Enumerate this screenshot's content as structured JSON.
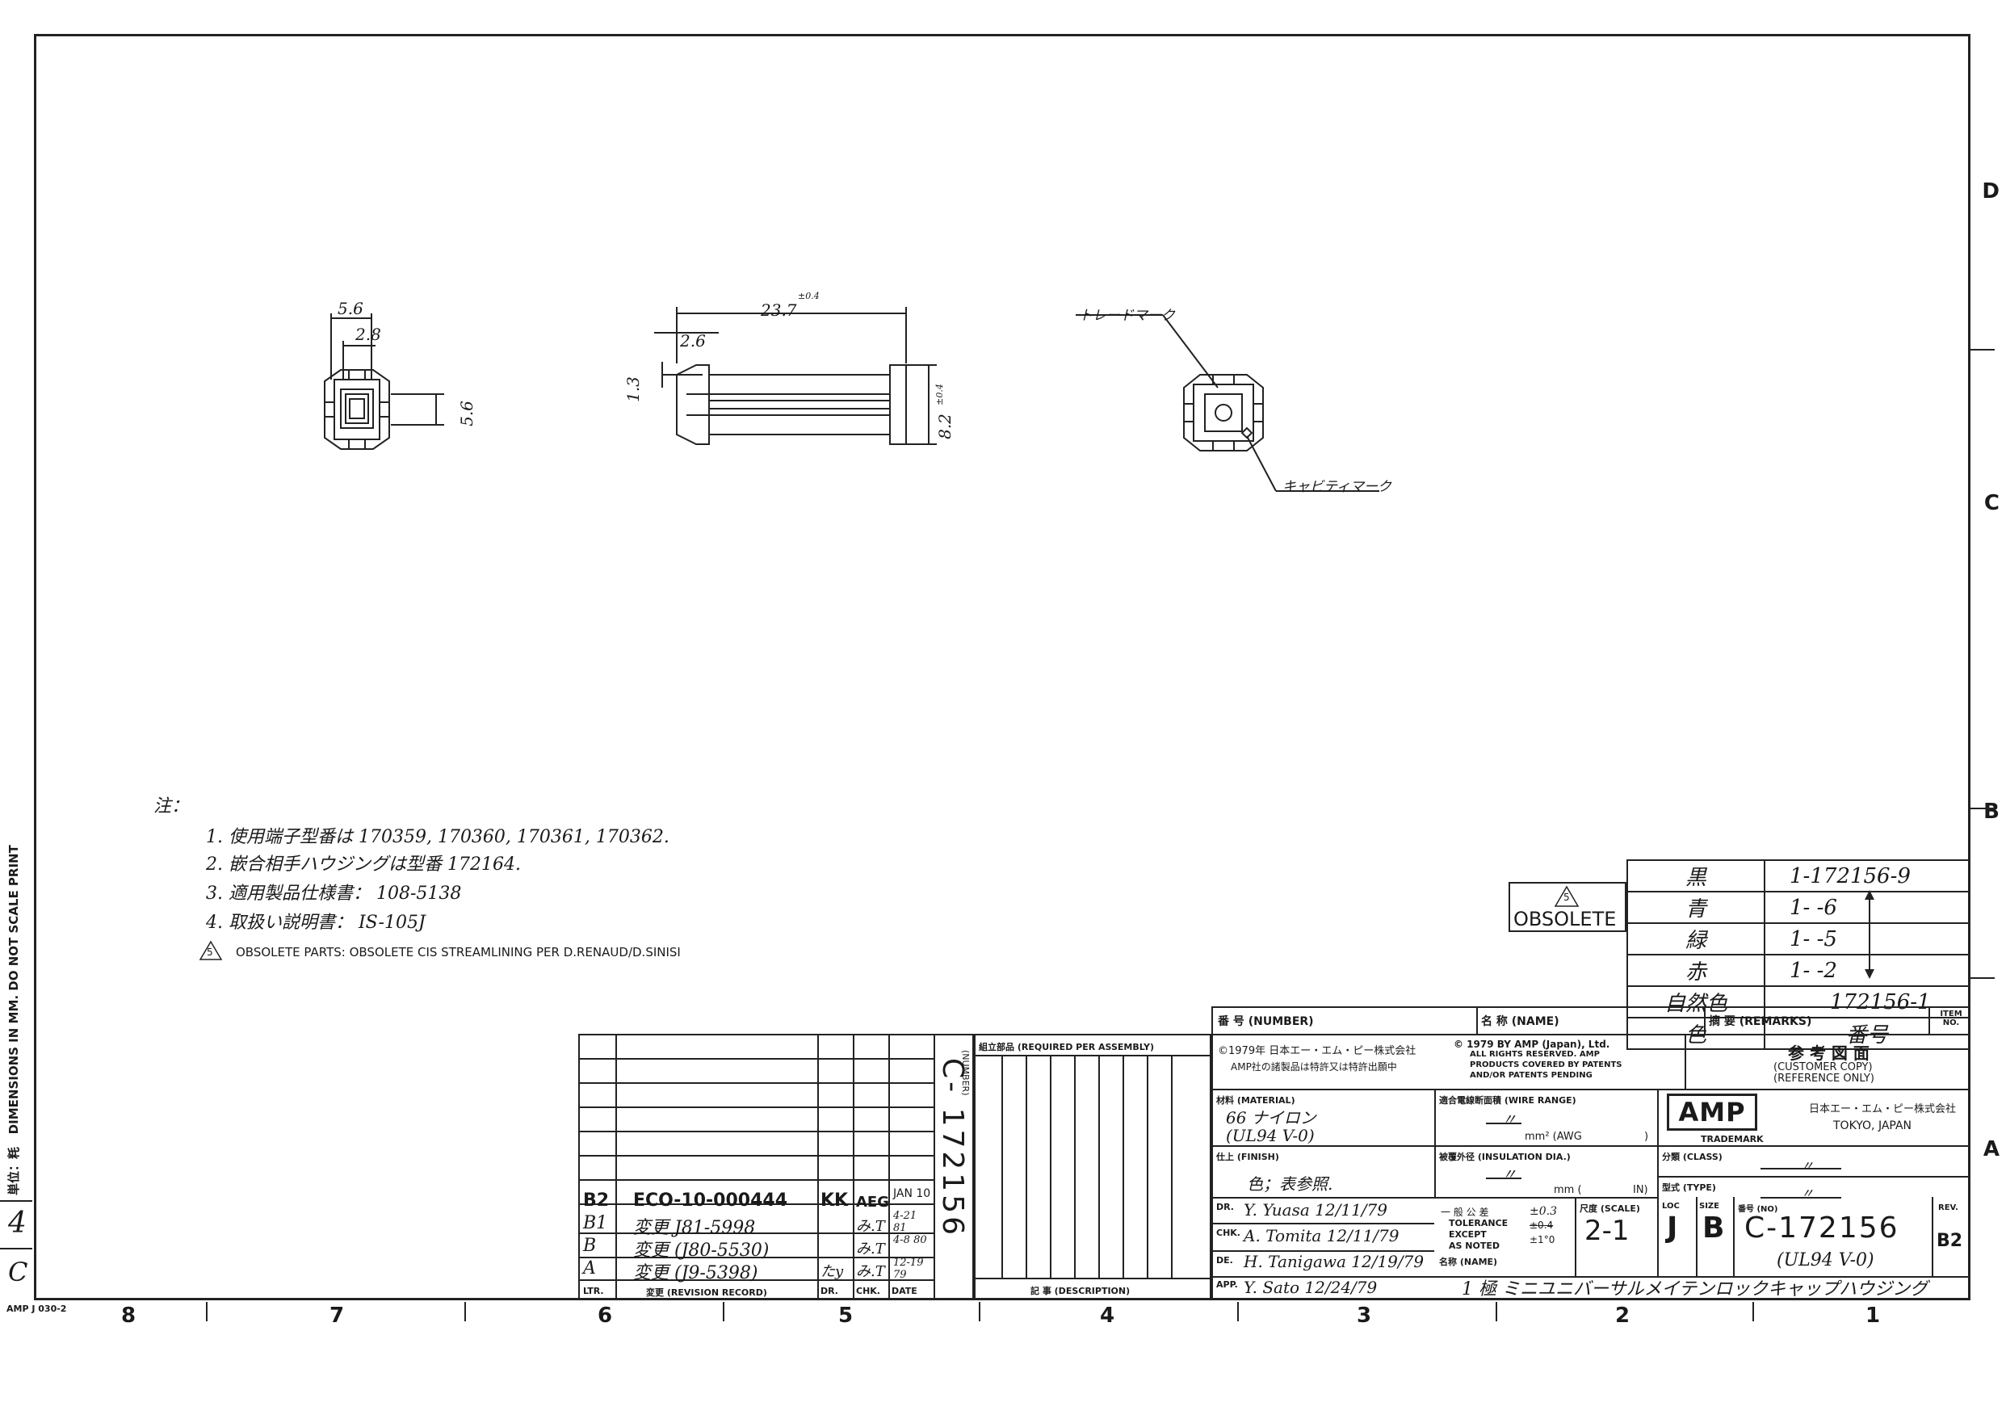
{
  "side_margin": {
    "units_note": "単位：粍",
    "dimensions_note": "DIMENSIONS IN MM. DO NOT SCALE PRINT",
    "sheet_num": "4",
    "sheet_letter": "C"
  },
  "form_id": "AMP J 030-2",
  "zones": {
    "letters": [
      "D",
      "C",
      "B",
      "A"
    ],
    "numbers": [
      "8",
      "7",
      "6",
      "5",
      "4",
      "3",
      "2",
      "1"
    ]
  },
  "drawing": {
    "front_view": {
      "dim_5_6_top": "5.6",
      "dim_2_8": "2.8",
      "dim_5_6_side": "5.6"
    },
    "side_view": {
      "dim_23_7": "23.7",
      "tol_0_4": "±0.4",
      "dim_2_6": "2.6",
      "dim_1_3": "1.3",
      "dim_8_2": "8.2",
      "tol_0_4_b": "±0.4"
    },
    "end_view": {
      "trademark_label": "トレードマーク",
      "cavity_label": "キャビティマーク"
    }
  },
  "notes": {
    "heading": "注：",
    "items": [
      "1.  使用端子型番は 170359, 170360, 170361, 170362.",
      "2.  嵌合相手ハウジングは型番 172164.",
      "3.  適用製品仕様書： 108-5138",
      "4.  取扱い説明書： IS-105J"
    ],
    "obsolete_mark": "5",
    "obsolete_note": "OBSOLETE PARTS: OBSOLETE CIS STREAMLINING PER D.RENAUD/D.SINISI"
  },
  "obsolete_box": {
    "mark": "5",
    "label": "OBSOLETE"
  },
  "color_table": {
    "rows": [
      {
        "color": "黒",
        "part": "1-172156-9"
      },
      {
        "color": "青",
        "part": "1-          -6"
      },
      {
        "color": "緑",
        "part": "1-          -5"
      },
      {
        "color": "赤",
        "part": "1-          -2"
      },
      {
        "color": "自然色",
        "part": "172156-1"
      }
    ],
    "header_color": "色",
    "header_number": "番号"
  },
  "revision_block": {
    "drawing_number_vertical": "C- 172156",
    "number_label": "(NUMBER)",
    "rows": [
      {
        "ltr": "B2",
        "desc": "ECO-10-000444",
        "dr": "KK",
        "chk": "AEG",
        "date": "JAN 10"
      },
      {
        "ltr": "B1",
        "desc": "変更   J81-5998",
        "dr": "",
        "chk": "み.T",
        "date": "4-21 81"
      },
      {
        "ltr": "B",
        "desc": "変更   (J80-5530)",
        "dr": "",
        "chk": "み.T",
        "date": "4-8 80"
      },
      {
        "ltr": "A",
        "desc": "変更   (J9-5398)",
        "dr": "たy",
        "chk": "み.T",
        "date": "12-19 79"
      }
    ],
    "footer": {
      "ltr": "LTR.",
      "desc": "変更 (REVISION RECORD)",
      "dr": "DR.",
      "chk": "CHK.",
      "date": "DATE"
    }
  },
  "assembly": {
    "header": "組立部品 (REQUIRED PER ASSEMBLY)",
    "footer": "記 事 (DESCRIPTION)"
  },
  "title_block": {
    "number_label": "番 号 (NUMBER)",
    "name_label": "名 称 (NAME)",
    "remarks_label": "摘 要 (REMARKS)",
    "item_no_label": "ITEM NO.",
    "copyright_jp_1": "©1979年 日本エー・エム・ピー株式会社",
    "copyright_jp_2": "AMP社の諸製品は特許又は特許出願中",
    "copyright_en_1": "© 1979 BY AMP (Japan), Ltd.",
    "copyright_en_2": "ALL RIGHTS RESERVED. AMP",
    "copyright_en_3": "PRODUCTS COVERED BY PATENTS",
    "copyright_en_4": "AND/OR PATENTS PENDING",
    "reference_jp": "参 考 図 面",
    "reference_en_1": "(CUSTOMER COPY)",
    "reference_en_2": "(REFERENCE ONLY)",
    "material_label": "材料 (MATERIAL)",
    "material_value_1": "66 ナイロン",
    "material_value_2": "(UL94 V-0)",
    "wire_range_label": "適合電線断面積 (WIRE RANGE)",
    "wire_range_value": "〃",
    "wire_unit": "mm² (AWG",
    "wire_unit_close": ")",
    "amp_logo": "AMP",
    "trademark": "TRADEMARK",
    "company_jp": "日本エー・エム・ピー株式会社",
    "company_city": "TOKYO, JAPAN",
    "finish_label": "仕上 (FINISH)",
    "finish_value": "色；表参照.",
    "insulation_label": "被覆外径 (INSULATION DIA.)",
    "insulation_value": "〃",
    "insulation_unit": "mm (",
    "insulation_unit_close": "IN)",
    "class_label": "分類 (CLASS)",
    "class_value": "〃",
    "type_label": "型式 (TYPE)",
    "type_value": "〃",
    "dr_label": "DR.",
    "dr_value": "Y. Yuasa 12/11/79",
    "chk_label": "CHK.",
    "chk_value": "A. Tomita 12/11/79",
    "de_label": "DE.",
    "de_value": "H. Tanigawa 12/19/79",
    "app_label": "APP.",
    "app_value": "Y. Sato 12/24/79",
    "tolerance_jp": "一 般 公 差",
    "tolerance_1": "TOLERANCE",
    "tolerance_2": "EXCEPT",
    "tolerance_3": "AS NOTED",
    "tol_lin": "±0.3",
    "tol_lin_struck": "±0.4",
    "tol_ang": "±1°0",
    "scale_label": "尺度 (SCALE)",
    "scale_value": "2-1",
    "loc_label": "LOC",
    "loc_value": "J",
    "size_label": "SIZE",
    "size_value": "B",
    "no_label": "番号 (NO)",
    "no_value": "C-172156",
    "rev_label": "REV.",
    "rev_value": "B2",
    "name_field_label": "名称 (NAME)",
    "name_value_1": "(UL94 V-0)",
    "name_value_2": "1 極 ミニユニバーサルメイテンロックキャップハウジング"
  }
}
